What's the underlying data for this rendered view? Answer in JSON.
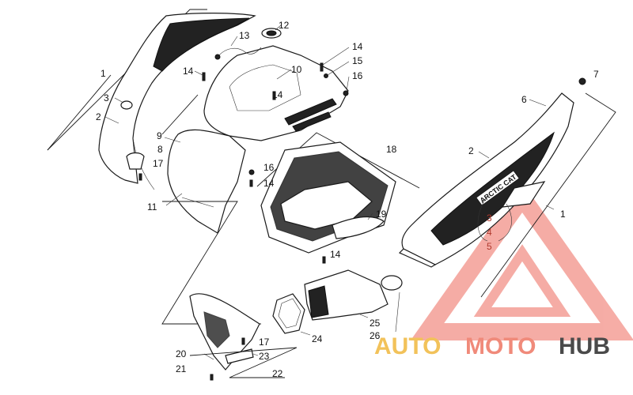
{
  "callouts": {
    "c1a": "1",
    "c1b": "1",
    "c2a": "2",
    "c2b": "2",
    "c3a": "3",
    "c3b": "3",
    "c4": "4",
    "c5": "5",
    "c6": "6",
    "c7": "7",
    "c8": "8",
    "c9": "9",
    "c10": "10",
    "c11": "11",
    "c12": "12",
    "c13": "13",
    "c14a": "14",
    "c14b": "14",
    "c14c": "14",
    "c14d": "14",
    "c14e": "14",
    "c15": "15",
    "c16a": "16",
    "c16b": "16",
    "c17a": "17",
    "c17b": "17",
    "c18": "18",
    "c19": "19",
    "c20": "20",
    "c21": "21",
    "c22": "22",
    "c23": "23",
    "c24": "24",
    "c25": "25",
    "c26": "26"
  },
  "decal_text": "ARCTIC CAT",
  "watermark": {
    "part1": "AUTO",
    "part2": "MOTO",
    "part3": "HUB",
    "color_auto": "#f2c25a",
    "color_moto": "#f08a7a",
    "color_hub": "#4a4a4a",
    "logo_color": "#ee6a5c"
  }
}
